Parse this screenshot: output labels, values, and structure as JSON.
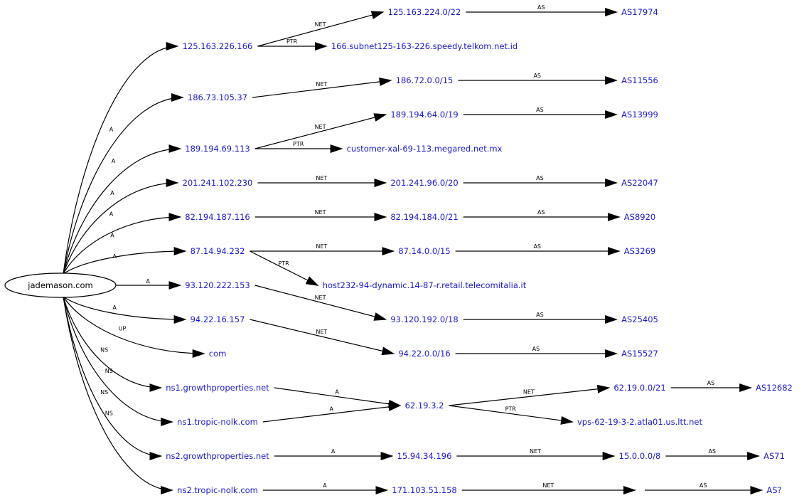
{
  "graph": {
    "root": {
      "id": "root",
      "label": "jademason.com"
    },
    "nodes": [
      {
        "id": "ip125",
        "label": "125.163.226.166"
      },
      {
        "id": "ip186",
        "label": "186.73.105.37"
      },
      {
        "id": "ip189",
        "label": "189.194.69.113"
      },
      {
        "id": "ip201",
        "label": "201.241.102.230"
      },
      {
        "id": "ip82",
        "label": "82.194.187.116"
      },
      {
        "id": "ip87",
        "label": "87.14.94.232"
      },
      {
        "id": "ip93",
        "label": "93.120.222.153"
      },
      {
        "id": "ip94",
        "label": "94.22.16.157"
      },
      {
        "id": "com",
        "label": "com"
      },
      {
        "id": "ns1g",
        "label": "ns1.growthproperties.net"
      },
      {
        "id": "ns1t",
        "label": "ns1.tropic-nolk.com"
      },
      {
        "id": "ns2g",
        "label": "ns2.growthproperties.net"
      },
      {
        "id": "ns2t",
        "label": "ns2.tropic-nolk.com"
      },
      {
        "id": "net125",
        "label": "125.163.224.0/22"
      },
      {
        "id": "ptr125",
        "label": "166.subnet125-163-226.speedy.telkom.net.id"
      },
      {
        "id": "net186",
        "label": "186.72.0.0/15"
      },
      {
        "id": "net189",
        "label": "189.194.64.0/19"
      },
      {
        "id": "ptr189",
        "label": "customer-xal-69-113.megared.net.mx"
      },
      {
        "id": "net201",
        "label": "201.241.96.0/20"
      },
      {
        "id": "net82",
        "label": "82.194.184.0/21"
      },
      {
        "id": "net87",
        "label": "87.14.0.0/15"
      },
      {
        "id": "ptr87",
        "label": "host232-94-dynamic.14-87-r.retail.telecomitalia.it"
      },
      {
        "id": "net93",
        "label": "93.120.192.0/18"
      },
      {
        "id": "net94",
        "label": "94.22.0.0/16"
      },
      {
        "id": "ip62",
        "label": "62.19.3.2"
      },
      {
        "id": "ip15",
        "label": "15.94.34.196"
      },
      {
        "id": "ip171",
        "label": "171.103.51.158"
      },
      {
        "id": "as17974",
        "label": "AS17974"
      },
      {
        "id": "as11556",
        "label": "AS11556"
      },
      {
        "id": "as13999",
        "label": "AS13999"
      },
      {
        "id": "as22047",
        "label": "AS22047"
      },
      {
        "id": "as8920",
        "label": "AS8920"
      },
      {
        "id": "as3269",
        "label": "AS3269"
      },
      {
        "id": "as25405",
        "label": "AS25405"
      },
      {
        "id": "as15527",
        "label": "AS15527"
      },
      {
        "id": "net62",
        "label": "62.19.0.0/21"
      },
      {
        "id": "ptr62",
        "label": "vps-62-19-3-2.atla01.us.ltt.net"
      },
      {
        "id": "net15",
        "label": "15.0.0.0/8"
      },
      {
        "id": "blank171",
        "label": ""
      },
      {
        "id": "as12682",
        "label": "AS12682"
      },
      {
        "id": "as71",
        "label": "AS71"
      },
      {
        "id": "asq",
        "label": "AS?"
      }
    ],
    "edges": [
      {
        "from": "root",
        "to": "ip125",
        "label": "A"
      },
      {
        "from": "root",
        "to": "ip186",
        "label": "A"
      },
      {
        "from": "root",
        "to": "ip189",
        "label": "A"
      },
      {
        "from": "root",
        "to": "ip201",
        "label": "A"
      },
      {
        "from": "root",
        "to": "ip82",
        "label": "A"
      },
      {
        "from": "root",
        "to": "ip87",
        "label": "A"
      },
      {
        "from": "root",
        "to": "ip93",
        "label": "A"
      },
      {
        "from": "root",
        "to": "ip94",
        "label": "A"
      },
      {
        "from": "root",
        "to": "com",
        "label": "UP"
      },
      {
        "from": "root",
        "to": "ns1g",
        "label": "NS"
      },
      {
        "from": "root",
        "to": "ns1t",
        "label": "NS"
      },
      {
        "from": "root",
        "to": "ns2g",
        "label": "NS"
      },
      {
        "from": "root",
        "to": "ns2t",
        "label": "NS"
      },
      {
        "from": "ip125",
        "to": "net125",
        "label": "NET"
      },
      {
        "from": "ip125",
        "to": "ptr125",
        "label": "PTR"
      },
      {
        "from": "ip186",
        "to": "net186",
        "label": "NET"
      },
      {
        "from": "ip189",
        "to": "net189",
        "label": "NET"
      },
      {
        "from": "ip189",
        "to": "ptr189",
        "label": "PTR"
      },
      {
        "from": "ip201",
        "to": "net201",
        "label": "NET"
      },
      {
        "from": "ip82",
        "to": "net82",
        "label": "NET"
      },
      {
        "from": "ip87",
        "to": "net87",
        "label": "NET"
      },
      {
        "from": "ip87",
        "to": "ptr87",
        "label": "PTR"
      },
      {
        "from": "ip93",
        "to": "net93",
        "label": "NET"
      },
      {
        "from": "ip94",
        "to": "net94",
        "label": "NET"
      },
      {
        "from": "ns1g",
        "to": "ip62",
        "label": "A"
      },
      {
        "from": "ns1t",
        "to": "ip62",
        "label": "A"
      },
      {
        "from": "ns2g",
        "to": "ip15",
        "label": "A"
      },
      {
        "from": "ns2t",
        "to": "ip171",
        "label": "A"
      },
      {
        "from": "net125",
        "to": "as17974",
        "label": "AS"
      },
      {
        "from": "net186",
        "to": "as11556",
        "label": "AS"
      },
      {
        "from": "net189",
        "to": "as13999",
        "label": "AS"
      },
      {
        "from": "net201",
        "to": "as22047",
        "label": "AS"
      },
      {
        "from": "net82",
        "to": "as8920",
        "label": "AS"
      },
      {
        "from": "net87",
        "to": "as3269",
        "label": "AS"
      },
      {
        "from": "net93",
        "to": "as25405",
        "label": "AS"
      },
      {
        "from": "net94",
        "to": "as15527",
        "label": "AS"
      },
      {
        "from": "ip62",
        "to": "net62",
        "label": "NET"
      },
      {
        "from": "ip62",
        "to": "ptr62",
        "label": "PTR"
      },
      {
        "from": "ip15",
        "to": "net15",
        "label": "NET"
      },
      {
        "from": "ip171",
        "to": "blank171",
        "label": "NET"
      },
      {
        "from": "net62",
        "to": "as12682",
        "label": "AS"
      },
      {
        "from": "net15",
        "to": "as71",
        "label": "AS"
      },
      {
        "from": "blank171",
        "to": "asq",
        "label": "AS"
      }
    ]
  }
}
